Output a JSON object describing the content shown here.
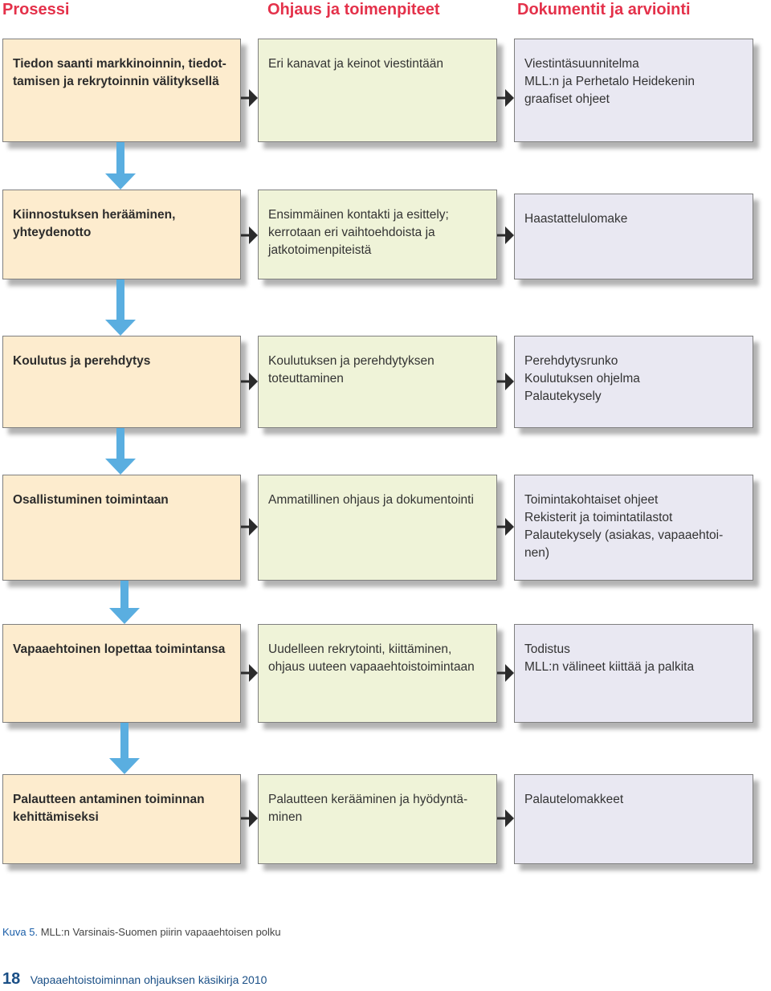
{
  "headers": {
    "process": "Prosessi",
    "action": "Ohjaus ja toimenpiteet",
    "docs": "Dokumentit ja arviointi"
  },
  "rows": [
    {
      "process": [
        "Tiedon saanti markkinoinnin, tiedot-",
        "tamisen ja rekrytoinnin välityksellä"
      ],
      "action": [
        "Eri kanavat ja keinot viestintään"
      ],
      "docs": [
        "Viestintäsuunnitelma",
        "MLL:n ja Perhetalo Heidekenin",
        "graafiset ohjeet"
      ]
    },
    {
      "process": [
        "Kiinnostuksen herääminen,",
        "yhteydenotto"
      ],
      "action": [
        "Ensimmäinen kontakti ja esittely;",
        "kerrotaan eri vaihtoehdoista ja",
        "jatkotoimenpiteistä"
      ],
      "docs": [
        "Haastattelulomake"
      ]
    },
    {
      "process": [
        "Koulutus ja perehdytys"
      ],
      "action": [
        "Koulutuksen ja perehdytyksen",
        "toteuttaminen"
      ],
      "docs": [
        "Perehdytysrunko",
        "Koulutuksen ohjelma",
        "Palautekysely"
      ]
    },
    {
      "process": [
        "Osallistuminen toimintaan"
      ],
      "action": [
        "Ammatillinen ohjaus ja dokumentointi"
      ],
      "docs": [
        "Toimintakohtaiset ohjeet",
        "Rekisterit ja toimintatilastot",
        "Palautekysely (asiakas, vapaaehtoi-",
        "nen)"
      ]
    },
    {
      "process": [
        "Vapaaehtoinen lopettaa toimintansa"
      ],
      "action": [
        "Uudelleen rekrytointi, kiittäminen,",
        "ohjaus uuteen vapaaehtoistoimintaan"
      ],
      "docs": [
        "Todistus",
        "MLL:n välineet kiittää ja palkita"
      ]
    },
    {
      "process": [
        "Palautteen antaminen toiminnan",
        "kehittämiseksi"
      ],
      "action": [
        "Palautteen kerääminen ja hyödyntä-",
        "minen"
      ],
      "docs": [
        "Palautelomakkeet"
      ]
    }
  ],
  "caption": {
    "label": "Kuva 5.",
    "text": "MLL:n Varsinais-Suomen piirin vapaaehtoisen polku"
  },
  "footer": {
    "page_number": "18",
    "book_title": "Vapaaehtoistoiminnan ohjauksen käsikirja 2010"
  },
  "colors": {
    "header": "#e4314a",
    "process_fill": "#fdecce",
    "action_fill": "#eff3d8",
    "docs_fill": "#e9e8f2",
    "down_arrow": "#5aaee0",
    "right_arrow": "#2b2b2b"
  }
}
